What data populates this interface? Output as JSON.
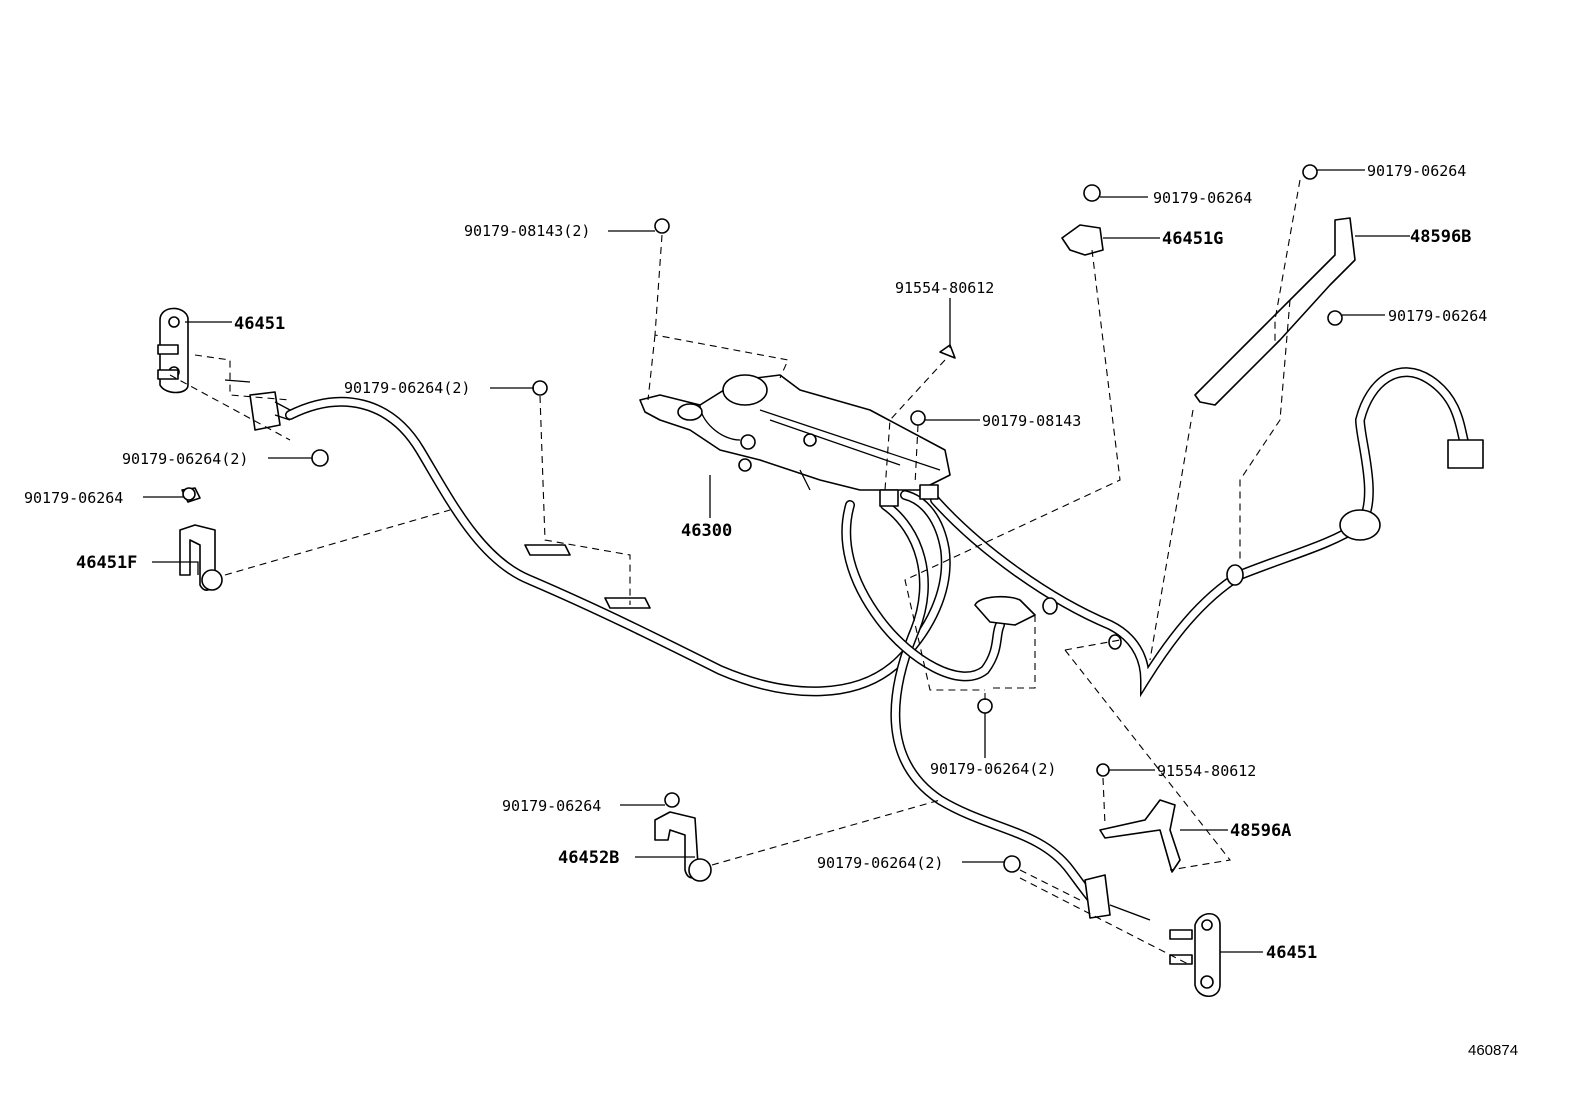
{
  "diagram_id": "460874",
  "labels": {
    "nut_08143_2_top": "90179-08143(2)",
    "bolt_80612_top": "91554-80612",
    "bracket_46451_left": "46451",
    "nut_06264_2_left_mid": "90179-06264(2)",
    "nut_06264_2_left_low": "90179-06264(2)",
    "nut_06264_left": "90179-06264",
    "clamp_46451F": "46451F",
    "actuator_46300": "46300",
    "nut_08143_center": "90179-08143",
    "clip_46451G": "46451G",
    "nut_06264_46451G": "90179-06264",
    "nut_06264_top_right": "90179-06264",
    "bracket_48596B": "48596B",
    "nut_06264_right": "90179-06264",
    "nut_06264_2_center_low": "90179-06264(2)",
    "bolt_80612_right": "91554-80612",
    "bracket_48596A": "48596A",
    "nut_06264_bottom_left": "90179-06264",
    "clamp_46452B": "46452B",
    "nut_06264_2_bottom": "90179-06264(2)",
    "bracket_46451_right": "46451"
  }
}
